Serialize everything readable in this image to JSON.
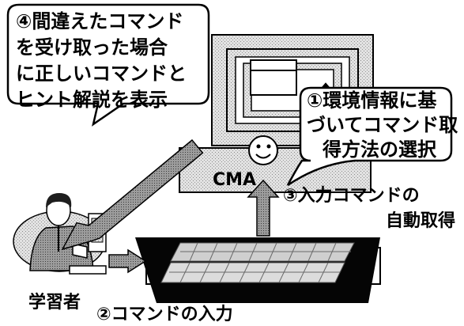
{
  "bubble_top": [
    "④間違えたコマンド",
    "を受け取った場合",
    "に正しいコマンドと",
    "ヒント解説を表示"
  ],
  "bubble_right": [
    "①環境情報に基",
    "づいてコマンド取",
    "得方法の選択"
  ],
  "labels": {
    "cma": "CMA",
    "auto_line1": "③入力コマンドの",
    "auto_line2": "自動取得",
    "learner": "学習者",
    "input": "②コマンドの入力"
  }
}
